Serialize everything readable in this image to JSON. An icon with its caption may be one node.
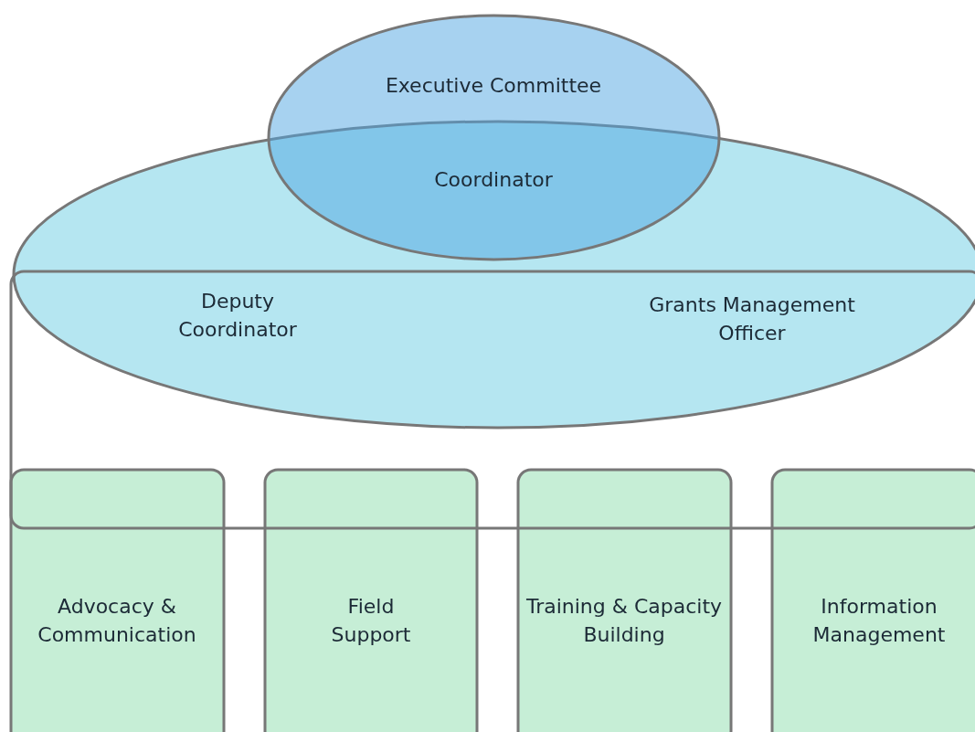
{
  "diagram": {
    "nodes": [
      {
        "text": [
          "Executive Committee",
          "Coordinator"
        ]
      },
      {
        "text": [],
        "shape": "ellipse"
      },
      {
        "text": [
          "Deputy Coordinator",
          "Grants Management Officer"
        ]
      },
      {
        "text": [
          "Advocacy & Communication"
        ]
      },
      {
        "text": [
          "Field Support"
        ]
      },
      {
        "text": [
          "Training & Capacity Building"
        ]
      },
      {
        "text": [
          "Information Management"
        ]
      }
    ]
  }
}
